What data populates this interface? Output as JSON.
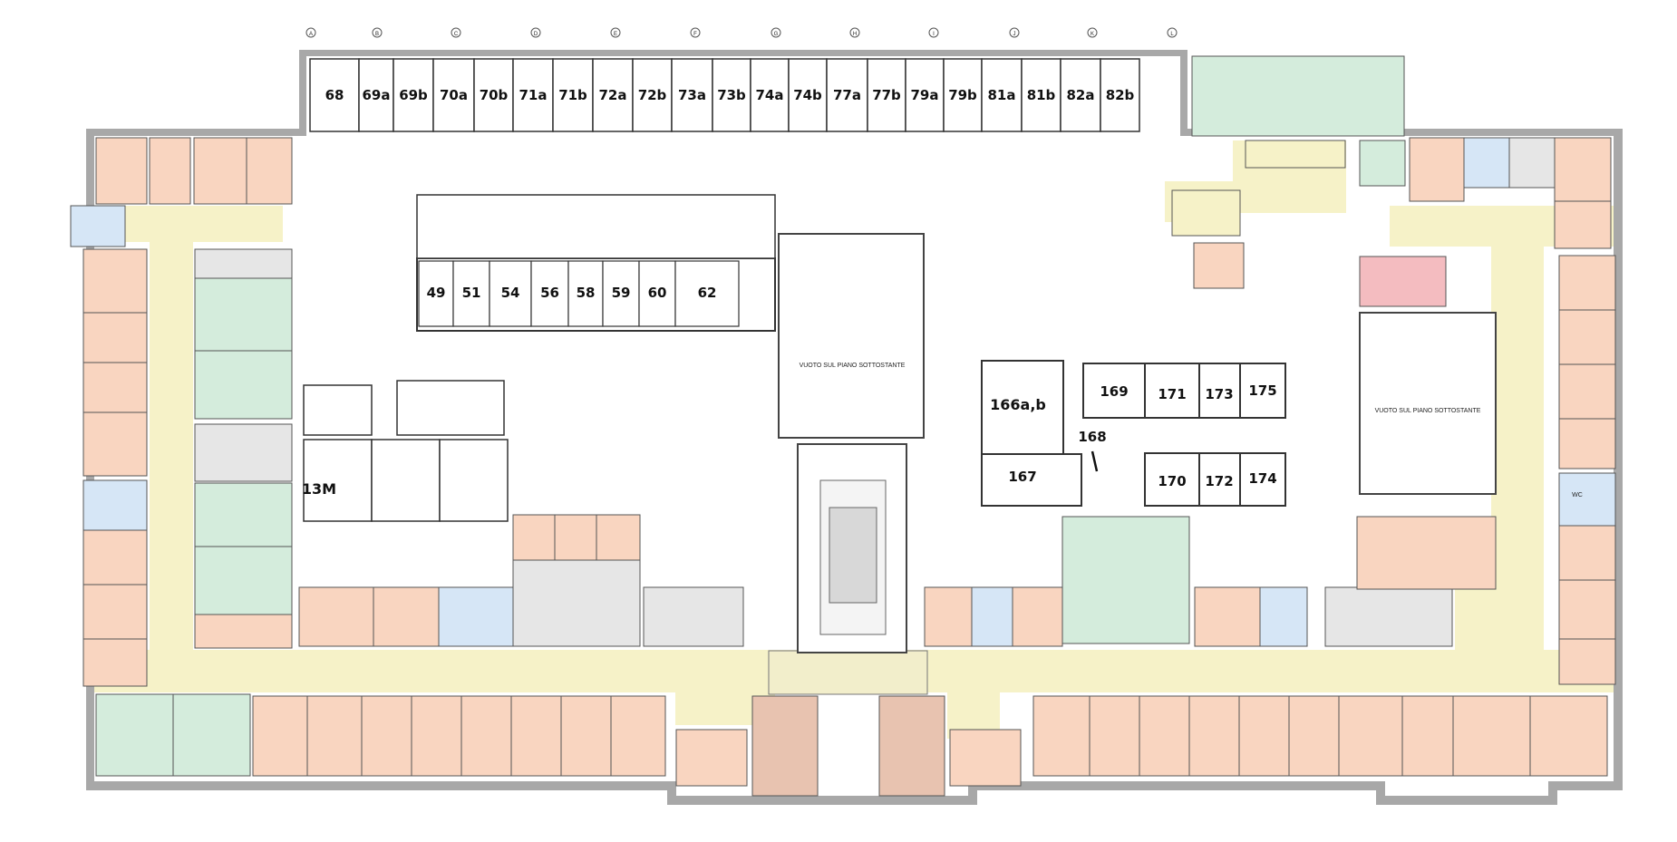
{
  "title": "",
  "colors": {
    "office": "#f9d5c0",
    "corridor": "#f6f2c8",
    "lab": "#d4ecdc",
    "wc": "#d6e6f6",
    "stair": "#e6e6e6",
    "restricted": "#f4bcc0",
    "special": "#e8c3b0",
    "wall": "#909090"
  },
  "notes": {
    "void_center": "VUOTO SUL PIANO SOTTOSTANTE",
    "void_right": "VUOTO SUL PIANO SOTTOSTANTE",
    "wc": "WC"
  },
  "rooms_top": [
    "68",
    "69a",
    "69b",
    "70a",
    "70b",
    "71a",
    "71b",
    "72a",
    "72b",
    "73a",
    "73b",
    "74a",
    "74b",
    "77a",
    "77b",
    "79a",
    "79b",
    "81a",
    "81b",
    "82a",
    "82b"
  ],
  "rooms_row2": [
    "49",
    "51",
    "54",
    "56",
    "58",
    "59",
    "60",
    "62"
  ],
  "rooms_misc": {
    "r13m": "13M",
    "r166": "166a,b",
    "r167": "167",
    "r168": "168",
    "r169": "169",
    "r170": "170",
    "r171": "171",
    "r172": "172",
    "r173": "173",
    "r174": "174",
    "r175": "175"
  },
  "grid_axes": [
    "A",
    "B",
    "C",
    "D",
    "E",
    "F",
    "G",
    "H",
    "I",
    "J",
    "K",
    "L"
  ]
}
